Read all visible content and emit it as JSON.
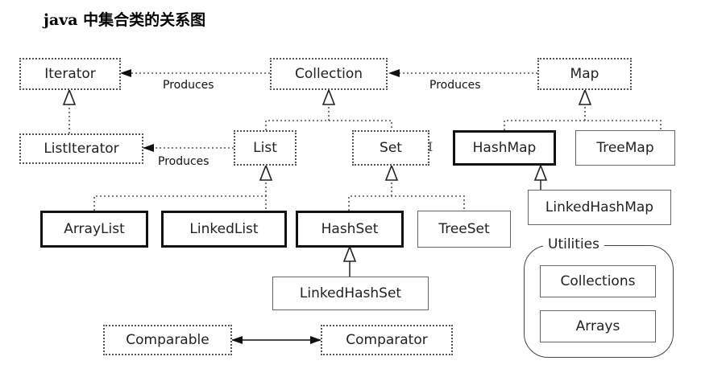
{
  "title": "java 中集合类的关系图",
  "nodes": {
    "iterator": "Iterator",
    "collection": "Collection",
    "map": "Map",
    "list_iterator": "ListIterator",
    "list": "List",
    "set": "Set",
    "hash_map": "HashMap",
    "tree_map": "TreeMap",
    "array_list": "ArrayList",
    "linked_list": "LinkedList",
    "hash_set": "HashSet",
    "tree_set": "TreeSet",
    "linked_hash_map": "LinkedHashMap",
    "linked_hash_set": "LinkedHashSet",
    "comparable": "Comparable",
    "comparator": "Comparator",
    "collections": "Collections",
    "arrays": "Arrays"
  },
  "group_utilities": "Utilities",
  "edge_labels": {
    "collection_iterator": "Produces",
    "map_collection": "Produces",
    "list_listiterator": "Produces"
  },
  "cursor_glyph": "I"
}
